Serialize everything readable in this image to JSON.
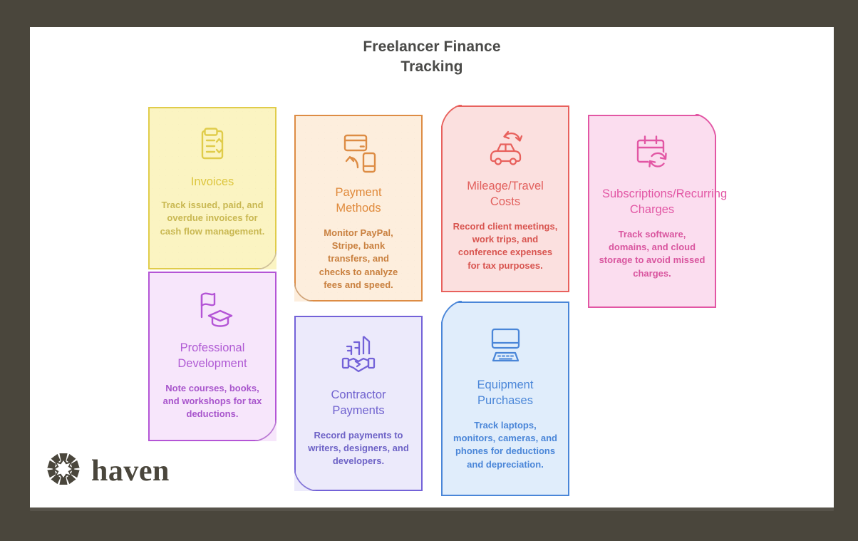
{
  "page": {
    "background_color": "#4a463c",
    "canvas_color": "#ffffff",
    "title_line1": "Freelancer Finance",
    "title_line2": "Tracking",
    "title_color": "#4a4a48"
  },
  "logo": {
    "name": "haven",
    "wordmark": "haven",
    "color": "#4a463c",
    "mark": "starburst-ring-icon"
  },
  "cards": [
    {
      "id": "invoices",
      "title": "Invoices",
      "description": "Track issued, paid, and overdue invoices for cash flow management.",
      "icon": "invoice-document-icon",
      "accent": "#e0cc4a",
      "fill": "#fbf4c2",
      "text": "#ddc63f",
      "desc_text": "#c9b852",
      "fold": "bottom-right"
    },
    {
      "id": "payment-methods",
      "title": "Payment Methods",
      "description": "Monitor PayPal, Stripe, bank transfers, and checks to analyze fees and speed.",
      "icon": "credit-card-phone-icon",
      "accent": "#dd8c44",
      "fill": "#fdeedd",
      "text": "#e08a3c",
      "desc_text": "#c9803f",
      "fold": "bottom-left"
    },
    {
      "id": "mileage-travel-costs",
      "title": "Mileage/Travel Costs",
      "description": "Record client meetings, work trips, and conference expenses for tax purposes.",
      "icon": "car-travel-icon",
      "accent": "#e8615d",
      "fill": "#fbe0df",
      "text": "#e2605d",
      "desc_text": "#d8544f",
      "fold": "top-left"
    },
    {
      "id": "subscriptions-recurring-charges",
      "title": "Subscriptions/Recurring Charges",
      "description": "Track software, domains, and cloud storage to avoid missed charges.",
      "icon": "calendar-refresh-icon",
      "accent": "#e256a4",
      "fill": "#fbddef",
      "text": "#e256a4",
      "desc_text": "#d9569f",
      "fold": "top-right"
    },
    {
      "id": "professional-development",
      "title": "Professional Development",
      "description": "Note courses, books, and workshops for tax deductions.",
      "icon": "flag-graduation-cap-icon",
      "accent": "#b455d6",
      "fill": "#f7e6fb",
      "text": "#b05bd4",
      "desc_text": "#a855cc",
      "fold": "bottom-right"
    },
    {
      "id": "contractor-payments",
      "title": "Contractor Payments",
      "description": "Record payments to writers, designers, and developers.",
      "icon": "handshake-buildings-icon",
      "accent": "#7362d8",
      "fill": "#eceafb",
      "text": "#7062cf",
      "desc_text": "#6d62c6",
      "fold": "bottom-left"
    },
    {
      "id": "equipment-purchases",
      "title": "Equipment Purchases",
      "description": "Track laptops, monitors, cameras, and phones for deductions and depreciation.",
      "icon": "monitor-keyboard-icon",
      "accent": "#4a86d8",
      "fill": "#e0edfb",
      "text": "#4a86d8",
      "desc_text": "#4a86d8",
      "fold": "top-left"
    }
  ]
}
